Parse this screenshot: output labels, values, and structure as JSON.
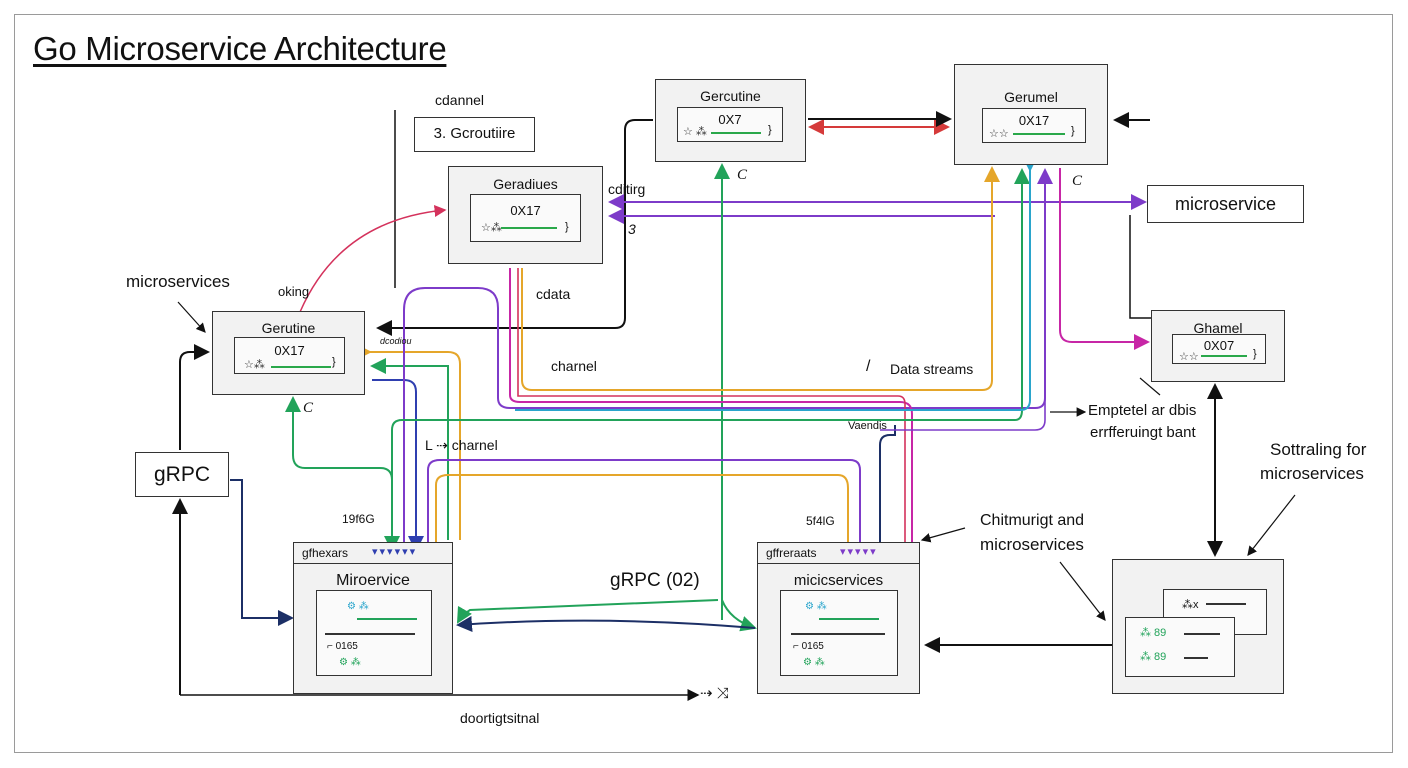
{
  "title": "Go Microservice Architecture",
  "labels": {
    "cdannel": "cdannel",
    "goroutine_label_box": "3. Gcroutiire",
    "cditirg": "cditirg",
    "three": "3",
    "cdata": "cdata",
    "microservices_left": "microservices",
    "oking": "oking",
    "dcodiou": "dcodiou",
    "charnel": "charnel",
    "data_streams_prefix": "/",
    "data_streams": "Data streams",
    "vaendis": "Vaendis",
    "l_charnel": "L ⇢ charnel",
    "c_mark": "C",
    "c_mark_2": "C",
    "c_mark_3": "C",
    "emptetel": "Emptetel ar dbis",
    "errffering": "errfferuingt bant",
    "sottraling": "Sottraling for",
    "microservices_right": "microservices",
    "chitmurigt": "Chitmurigt and",
    "microservices_mid": "microservices",
    "grpc_center": "gRPC (02)",
    "ports_left": "19f6G",
    "ports_right": "5f4lG",
    "doortig": "doortigtsitnal",
    "arrow_mark": "⇢ ⤨"
  },
  "boxes": {
    "goroutine_top": {
      "title": "Gercutine",
      "value": "0X7",
      "dec": "☆ ⁂",
      "brace": "}"
    },
    "gerumel": {
      "title": "Gerumel",
      "value": "0X17",
      "dec": "☆☆",
      "brace": "}"
    },
    "geradiues": {
      "title": "Geradiues",
      "value": "0X17",
      "dec": "☆⁂",
      "brace": "}"
    },
    "goroutine_left": {
      "title": "Gerutine",
      "value": "0X17",
      "dec": "☆⁂",
      "brace": "}"
    },
    "ghamel": {
      "title": "Ghamel",
      "value": "0X07",
      "dec": "☆☆",
      "brace": "}"
    }
  },
  "microservice_box": "microservice",
  "grpc_box": "gRPC",
  "services": {
    "left": {
      "header": "gfhexars",
      "title": "Miroervice",
      "value": "⌐ 0165"
    },
    "right": {
      "header": "gffreraats",
      "title": "micicservices",
      "value": "⌐ 0165"
    }
  },
  "right_card": {
    "rows": [
      "⁂ 89",
      "⁂ 89"
    ],
    "top": "⁂x"
  },
  "colors": {
    "green": "#22a35a",
    "purple": "#7d3bc9",
    "orange": "#e5a62a",
    "red": "#d4325c",
    "magenta": "#c726a6",
    "blue": "#2f3fb0",
    "cyan": "#2aa5cc",
    "navy": "#1c2f66",
    "black": "#111111",
    "red_arrow": "#d53a3a"
  }
}
